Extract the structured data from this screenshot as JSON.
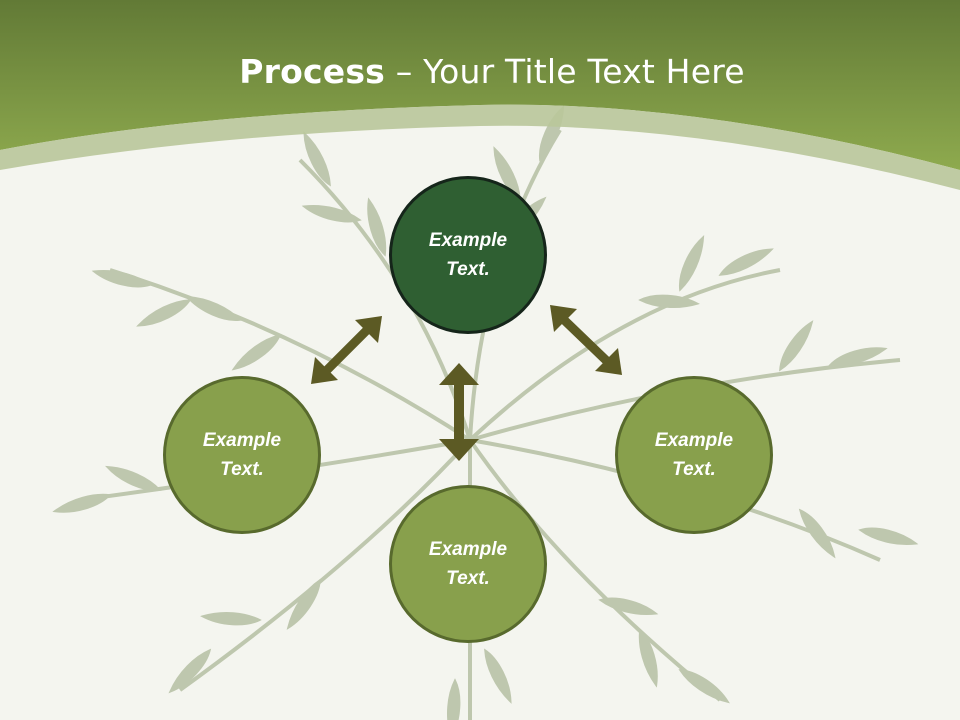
{
  "title": {
    "bold": "Process",
    "rest": " – Your Title Text Here"
  },
  "nodes": {
    "top": "Example\nText.",
    "left": "Example\nText.",
    "right": "Example\nText.",
    "bottom": "Example\nText."
  },
  "colors": {
    "header_green": "#8aa34c",
    "top_node": "#2f5f32",
    "side_nodes": "#88a04c",
    "arrows": "#5c5a24",
    "background": "#f4f5ef"
  }
}
